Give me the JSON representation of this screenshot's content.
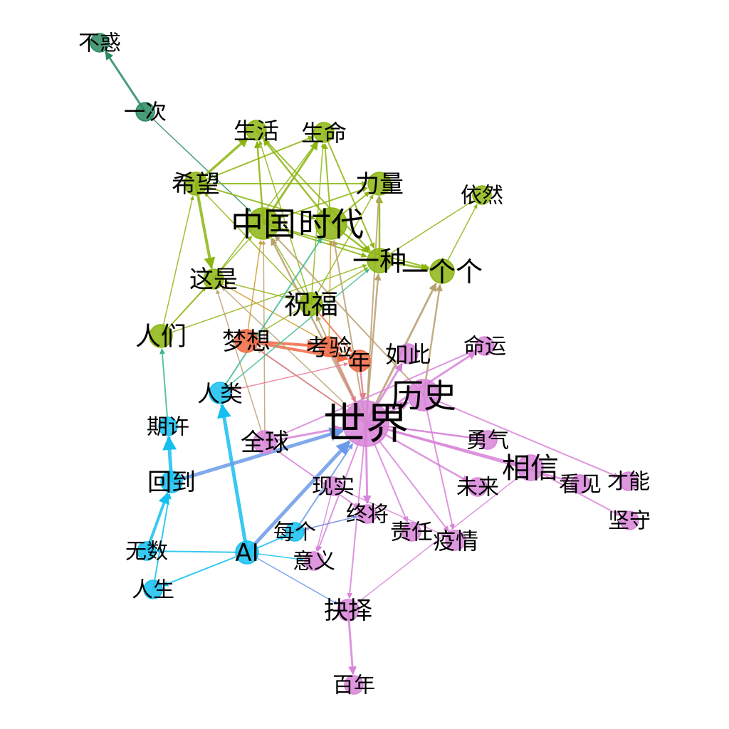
{
  "graph": {
    "communities": {
      "green": "#2a8a62",
      "olive": "#8cb511",
      "orange": "#f06a44",
      "blue": "#15c0f0",
      "purple": "#d884d8",
      "tan": "#b8a070",
      "steel": "#6b9ae8",
      "gold": "#cc9a2a",
      "pink": "#e87a90",
      "teal": "#40b890"
    },
    "nodes": [
      {
        "id": "buhuo",
        "label": "不惑",
        "community": "green"
      },
      {
        "id": "yici",
        "label": "一次",
        "community": "green"
      },
      {
        "id": "shenghuo",
        "label": "生活",
        "community": "olive"
      },
      {
        "id": "shengming",
        "label": "生命",
        "community": "olive"
      },
      {
        "id": "xiwang",
        "label": "希望",
        "community": "olive"
      },
      {
        "id": "liliang",
        "label": "力量",
        "community": "olive"
      },
      {
        "id": "yiran",
        "label": "依然",
        "community": "olive"
      },
      {
        "id": "zhongguo",
        "label": "中国",
        "community": "olive"
      },
      {
        "id": "shidai",
        "label": "时代",
        "community": "olive"
      },
      {
        "id": "yizhong",
        "label": "一种",
        "community": "olive"
      },
      {
        "id": "yigege",
        "label": "一个个",
        "community": "olive"
      },
      {
        "id": "zheshi",
        "label": "这是",
        "community": "olive"
      },
      {
        "id": "zhufu",
        "label": "祝福",
        "community": "olive"
      },
      {
        "id": "renmen",
        "label": "人们",
        "community": "olive"
      },
      {
        "id": "mengxiang",
        "label": "梦想",
        "community": "orange"
      },
      {
        "id": "kaoyan",
        "label": "考验",
        "community": "orange"
      },
      {
        "id": "nian",
        "label": "年",
        "community": "orange"
      },
      {
        "id": "ruci",
        "label": "如此",
        "community": "purple"
      },
      {
        "id": "mingyun",
        "label": "命运",
        "community": "purple"
      },
      {
        "id": "renlei",
        "label": "人类",
        "community": "blue"
      },
      {
        "id": "lishi",
        "label": "历史",
        "community": "purple"
      },
      {
        "id": "shijie",
        "label": "世界",
        "community": "purple"
      },
      {
        "id": "qixu",
        "label": "期许",
        "community": "blue"
      },
      {
        "id": "quanqiu",
        "label": "全球",
        "community": "purple"
      },
      {
        "id": "yongqi",
        "label": "勇气",
        "community": "purple"
      },
      {
        "id": "xiangxin",
        "label": "相信",
        "community": "purple"
      },
      {
        "id": "huidao",
        "label": "回到",
        "community": "blue"
      },
      {
        "id": "xianshi",
        "label": "现实",
        "community": "purple"
      },
      {
        "id": "weilai",
        "label": "未来",
        "community": "purple"
      },
      {
        "id": "kanjian",
        "label": "看见",
        "community": "purple"
      },
      {
        "id": "caineng",
        "label": "才能",
        "community": "purple"
      },
      {
        "id": "zhongjiang",
        "label": "终将",
        "community": "purple"
      },
      {
        "id": "jianshou",
        "label": "坚守",
        "community": "purple"
      },
      {
        "id": "meige",
        "label": "每个",
        "community": "blue"
      },
      {
        "id": "zeren",
        "label": "责任",
        "community": "purple"
      },
      {
        "id": "yiqing",
        "label": "疫情",
        "community": "purple"
      },
      {
        "id": "wushu",
        "label": "无数",
        "community": "blue"
      },
      {
        "id": "ai",
        "label": "AI",
        "community": "blue"
      },
      {
        "id": "yiyi",
        "label": "意义",
        "community": "purple"
      },
      {
        "id": "rensheng",
        "label": "人生",
        "community": "blue"
      },
      {
        "id": "jueze",
        "label": "抉择",
        "community": "purple"
      },
      {
        "id": "bainian",
        "label": "百年",
        "community": "purple"
      }
    ],
    "edges": [
      {
        "source": "yici",
        "target": "buhuo",
        "color": "green",
        "w": 3
      },
      {
        "source": "yici",
        "target": "zhongguo",
        "color": "green",
        "w": 1.5
      },
      {
        "source": "xiwang",
        "target": "shenghuo",
        "color": "olive",
        "w": 3.5
      },
      {
        "source": "xiwang",
        "target": "shengming",
        "color": "olive",
        "w": 2
      },
      {
        "source": "xiwang",
        "target": "zheshi",
        "color": "olive",
        "w": 4
      },
      {
        "source": "xiwang",
        "target": "liliang",
        "color": "olive",
        "w": 2
      },
      {
        "source": "xiwang",
        "target": "shidai",
        "color": "olive",
        "w": 2
      },
      {
        "source": "zhongguo",
        "target": "shenghuo",
        "color": "olive",
        "w": 2.5
      },
      {
        "source": "zhongguo",
        "target": "shengming",
        "color": "olive",
        "w": 3
      },
      {
        "source": "zhongguo",
        "target": "liliang",
        "color": "olive",
        "w": 2
      },
      {
        "source": "shidai",
        "target": "shenghuo",
        "color": "olive",
        "w": 2.5
      },
      {
        "source": "shidai",
        "target": "shengming",
        "color": "olive",
        "w": 2
      },
      {
        "source": "shidai",
        "target": "liliang",
        "color": "olive",
        "w": 2
      },
      {
        "source": "shenghuo",
        "target": "yizhong",
        "color": "olive",
        "w": 2
      },
      {
        "source": "shengming",
        "target": "yizhong",
        "color": "olive",
        "w": 2
      },
      {
        "source": "zhongguo",
        "target": "yizhong",
        "color": "olive",
        "w": 2
      },
      {
        "source": "shidai",
        "target": "yizhong",
        "color": "olive",
        "w": 2.5
      },
      {
        "source": "zhufu",
        "target": "liliang",
        "color": "olive",
        "w": 1.5
      },
      {
        "source": "zhufu",
        "target": "shenghuo",
        "color": "olive",
        "w": 1.5
      },
      {
        "source": "zhufu",
        "target": "shengming",
        "color": "olive",
        "w": 1.5
      },
      {
        "source": "zhufu",
        "target": "xiwang",
        "color": "olive",
        "w": 1.5
      },
      {
        "source": "zhufu",
        "target": "zhongguo",
        "color": "olive",
        "w": 1.5
      },
      {
        "source": "zhufu",
        "target": "zheshi",
        "color": "olive",
        "w": 1.5
      },
      {
        "source": "yizhong",
        "target": "yiran",
        "color": "olive",
        "w": 1.5
      },
      {
        "source": "yigege",
        "target": "yiran",
        "color": "olive",
        "w": 1.5
      },
      {
        "source": "yizhong",
        "target": "yigege",
        "color": "olive",
        "w": 3
      },
      {
        "source": "yizhong",
        "target": "liliang",
        "color": "olive",
        "w": 2.5
      },
      {
        "source": "zhongguo",
        "target": "yigege",
        "color": "olive",
        "w": 2
      },
      {
        "source": "renmen",
        "target": "xiwang",
        "color": "olive",
        "w": 1.5
      },
      {
        "source": "renmen",
        "target": "zhongguo",
        "color": "olive",
        "w": 1.5
      },
      {
        "source": "renmen",
        "target": "zheshi",
        "color": "olive",
        "w": 1.5
      },
      {
        "source": "renmen",
        "target": "yizhong",
        "color": "olive",
        "w": 1.5
      },
      {
        "source": "mengxiang",
        "target": "yizhong",
        "color": "olive",
        "w": 1.5
      },
      {
        "source": "zheshi",
        "target": "shengming",
        "color": "olive",
        "w": 1.5
      },
      {
        "source": "mengxiang",
        "target": "kaoyan",
        "color": "orange",
        "w": 4
      },
      {
        "source": "mengxiang",
        "target": "nian",
        "color": "orange",
        "w": 4
      },
      {
        "source": "zhufu",
        "target": "nian",
        "color": "orange",
        "w": 2
      },
      {
        "source": "shijie",
        "target": "yizhong",
        "color": "tan",
        "w": 2.5
      },
      {
        "source": "shijie",
        "target": "zhongguo",
        "color": "tan",
        "w": 2.5
      },
      {
        "source": "shijie",
        "target": "shidai",
        "color": "tan",
        "w": 2
      },
      {
        "source": "shijie",
        "target": "yigege",
        "color": "tan",
        "w": 3
      },
      {
        "source": "lishi",
        "target": "yigege",
        "color": "tan",
        "w": 2.5
      },
      {
        "source": "lishi",
        "target": "zhongguo",
        "color": "tan",
        "w": 2
      },
      {
        "source": "shijie",
        "target": "zhufu",
        "color": "tan",
        "w": 2
      },
      {
        "source": "shijie",
        "target": "liliang",
        "color": "tan",
        "w": 2
      },
      {
        "source": "shijie",
        "target": "mengxiang",
        "color": "tan",
        "w": 2
      },
      {
        "source": "shijie",
        "target": "zheshi",
        "color": "tan",
        "w": 1.5
      },
      {
        "source": "quanqiu",
        "target": "zhongguo",
        "color": "tan",
        "w": 1.5
      },
      {
        "source": "quanqiu",
        "target": "zheshi",
        "color": "tan",
        "w": 1.5
      },
      {
        "source": "kaoyan",
        "target": "shidai",
        "color": "gold",
        "w": 1.5
      },
      {
        "source": "zheshi",
        "target": "nian",
        "color": "gold",
        "w": 1.5
      },
      {
        "source": "mengxiang",
        "target": "zhongguo",
        "color": "gold",
        "w": 1.5
      },
      {
        "source": "renlei",
        "target": "shidai",
        "color": "teal",
        "w": 2
      },
      {
        "source": "renlei",
        "target": "yizhong",
        "color": "teal",
        "w": 1.5
      },
      {
        "source": "qixu",
        "target": "renmen",
        "color": "teal",
        "w": 2
      },
      {
        "source": "mengxiang",
        "target": "shijie",
        "color": "pink",
        "w": 1.5
      },
      {
        "source": "kaoyan",
        "target": "shijie",
        "color": "pink",
        "w": 2
      },
      {
        "source": "nian",
        "target": "shijie",
        "color": "pink",
        "w": 2.5
      },
      {
        "source": "renlei",
        "target": "nian",
        "color": "pink",
        "w": 1.5
      },
      {
        "source": "shijie",
        "target": "ruci",
        "color": "purple",
        "w": 3
      },
      {
        "source": "shijie",
        "target": "mingyun",
        "color": "purple",
        "w": 3
      },
      {
        "source": "quanqiu",
        "target": "mingyun",
        "color": "purple",
        "w": 2
      },
      {
        "source": "shijie",
        "target": "lishi",
        "color": "purple",
        "w": 3
      },
      {
        "source": "shijie",
        "target": "yongqi",
        "color": "purple",
        "w": 2.5
      },
      {
        "source": "shijie",
        "target": "xiangxin",
        "color": "purple",
        "w": 3
      },
      {
        "source": "shijie",
        "target": "weilai",
        "color": "purple",
        "w": 2.5
      },
      {
        "source": "shijie",
        "target": "kanjian",
        "color": "purple",
        "w": 2.5
      },
      {
        "source": "lishi",
        "target": "caineng",
        "color": "purple",
        "w": 2
      },
      {
        "source": "xiangxin",
        "target": "jianshou",
        "color": "purple",
        "w": 2
      },
      {
        "source": "shijie",
        "target": "zhongjiang",
        "color": "purple",
        "w": 3
      },
      {
        "source": "shijie",
        "target": "zeren",
        "color": "purple",
        "w": 2
      },
      {
        "source": "shijie",
        "target": "yiqing",
        "color": "purple",
        "w": 2
      },
      {
        "source": "lishi",
        "target": "yiqing",
        "color": "purple",
        "w": 2
      },
      {
        "source": "shijie",
        "target": "yiyi",
        "color": "purple",
        "w": 2
      },
      {
        "source": "shijie",
        "target": "jueze",
        "color": "purple",
        "w": 2
      },
      {
        "source": "quanqiu",
        "target": "zhongjiang",
        "color": "purple",
        "w": 2
      },
      {
        "source": "quanqiu",
        "target": "shijie",
        "color": "purple",
        "w": 3
      },
      {
        "source": "xianshi",
        "target": "yiqing",
        "color": "purple",
        "w": 1.5
      },
      {
        "source": "xiangxin",
        "target": "jueze",
        "color": "purple",
        "w": 1.5
      },
      {
        "source": "xianshi",
        "target": "yiyi",
        "color": "purple",
        "w": 1.5
      },
      {
        "source": "zhongjiang",
        "target": "meige",
        "color": "purple",
        "w": 1.5
      },
      {
        "source": "jueze",
        "target": "bainian",
        "color": "purple",
        "w": 3
      },
      {
        "source": "shijie",
        "target": "yongqi",
        "color": "purple",
        "w": 1.5
      },
      {
        "source": "ai",
        "target": "renlei",
        "color": "blue",
        "w": 5
      },
      {
        "source": "ai",
        "target": "wushu",
        "color": "blue",
        "w": 2
      },
      {
        "source": "ai",
        "target": "rensheng",
        "color": "blue",
        "w": 2
      },
      {
        "source": "ai",
        "target": "meige",
        "color": "blue",
        "w": 2
      },
      {
        "source": "ai",
        "target": "yiyi",
        "color": "blue",
        "w": 1.5
      },
      {
        "source": "huidao",
        "target": "qixu",
        "color": "blue",
        "w": 5
      },
      {
        "source": "wushu",
        "target": "huidao",
        "color": "blue",
        "w": 4
      },
      {
        "source": "rensheng",
        "target": "huidao",
        "color": "blue",
        "w": 2
      },
      {
        "source": "huidao",
        "target": "shijie",
        "color": "steel",
        "w": 5
      },
      {
        "source": "ai",
        "target": "shijie",
        "color": "steel",
        "w": 5
      },
      {
        "source": "ai",
        "target": "jueze",
        "color": "steel",
        "w": 1.5
      },
      {
        "source": "meige",
        "target": "shijie",
        "color": "steel",
        "w": 2
      },
      {
        "source": "meige",
        "target": "zhongjiang",
        "color": "steel",
        "w": 1.5
      }
    ]
  }
}
